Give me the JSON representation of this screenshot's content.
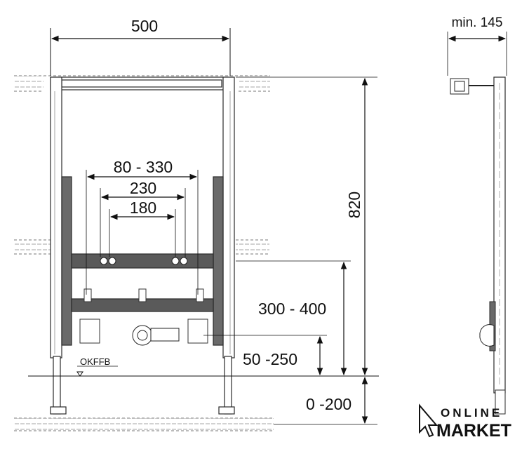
{
  "dimensions": {
    "frame_width": "500",
    "depth_min": "min. 145",
    "height": "820",
    "connection_spacing_range": "80 - 330",
    "connection_spacing_a": "230",
    "connection_spacing_b": "180",
    "crossbar_height": "300 - 400",
    "drain_height": "50 -250",
    "floor_adjustment": "0 -200"
  },
  "floor_reference": "OKFFB",
  "logo": {
    "line1": "ONLINE",
    "line2": "MARKET"
  },
  "colors": {
    "frame": "#2a2a2a",
    "frame_fill": "#5a5a5a",
    "line": "#111111"
  }
}
